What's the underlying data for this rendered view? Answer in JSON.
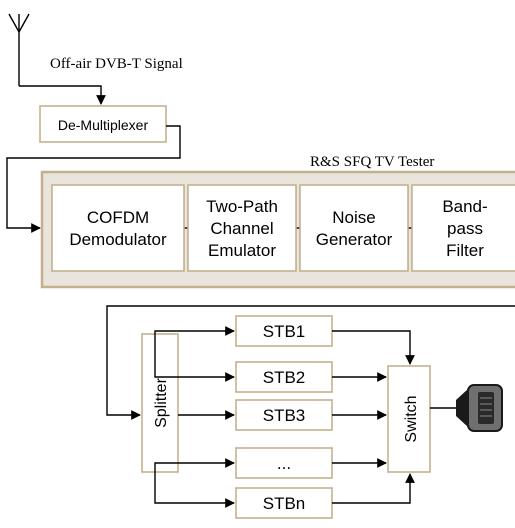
{
  "signal_label": "Off-air DVB-T Signal",
  "demux_label": "De-Multiplexer",
  "tester_title": "R&S SFQ TV Tester",
  "tester_blocks": [
    {
      "lines": [
        "COFDM",
        "Demodulator"
      ]
    },
    {
      "lines": [
        "Two-Path",
        "Channel",
        "Emulator"
      ]
    },
    {
      "lines": [
        "Noise",
        "Generator"
      ]
    },
    {
      "lines": [
        "Band-",
        "pass",
        "Filter"
      ]
    }
  ],
  "splitter_label": "Splitter",
  "switch_label": "Switch",
  "stb_labels": [
    "STB1",
    "STB2",
    "STB3",
    "...",
    "STBn"
  ],
  "colors": {
    "box_border": "#c4b08e",
    "tester_fill": "#e9e4dc",
    "line": "#000000"
  },
  "icons": [
    "antenna-icon",
    "tv-monitor-icon"
  ]
}
